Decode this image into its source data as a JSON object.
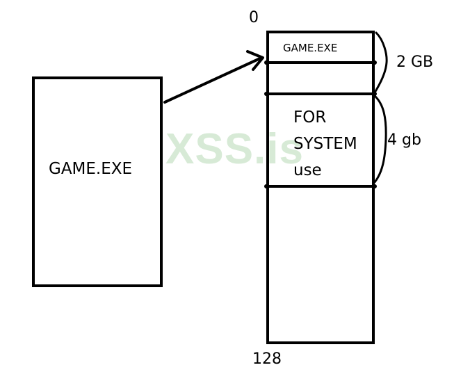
{
  "watermark": "XSS.is",
  "program_box": {
    "label": "GAME.EXE"
  },
  "memory": {
    "top_address": "0",
    "bottom_address": "128",
    "segments": [
      {
        "label": "GAME.EXE"
      },
      {
        "label": ""
      },
      {
        "label_lines": [
          "FOR",
          "SYSTEM",
          "use"
        ]
      },
      {
        "label": ""
      }
    ],
    "brace_labels": [
      "2 GB",
      "4 gb"
    ]
  }
}
